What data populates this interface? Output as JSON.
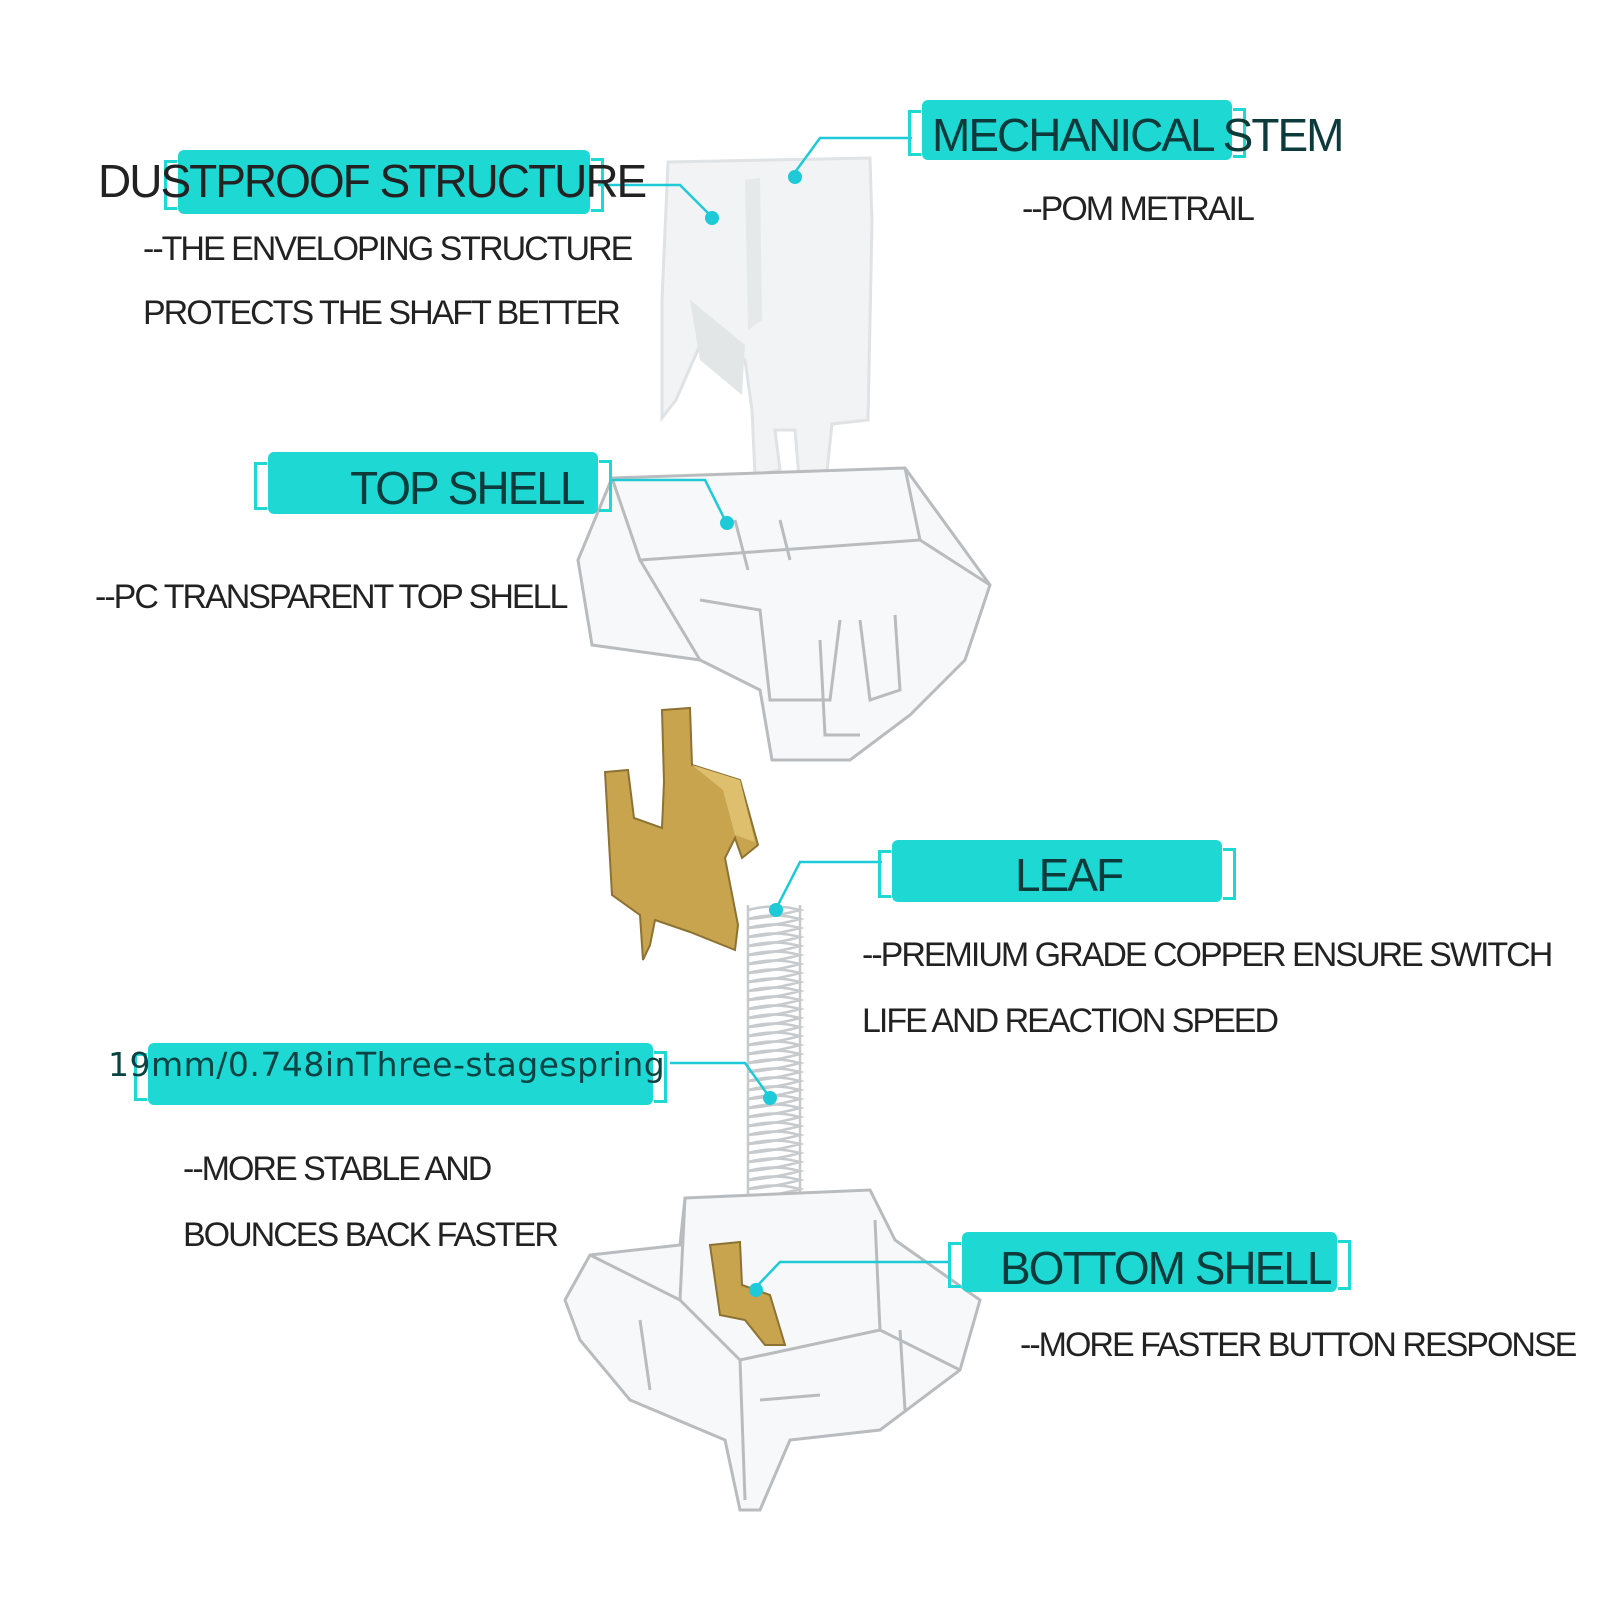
{
  "colors": {
    "accent": "#1ed8d4",
    "leader": "#1ec9d8",
    "gold": "#c9a44e",
    "text": "#222222"
  },
  "labels": {
    "dustproof": {
      "title": "DUSTPROOF STRUCTURE",
      "desc1": "--THE ENVELOPING STRUCTURE",
      "desc2": "PROTECTS THE SHAFT BETTER"
    },
    "stem": {
      "title": "MECHANICAL STEM",
      "desc1": "--POM METRAIL"
    },
    "top_shell": {
      "title": "TOP SHELL",
      "desc1": "--PC  TRANSPARENT  TOP SHELL"
    },
    "leaf": {
      "title": "LEAF",
      "desc1": "--PREMIUM GRADE COPPER ENSURE SWITCH",
      "desc2": "LIFE AND REACTION SPEED"
    },
    "spring": {
      "title": "19mm/0.748inThree-stagespring",
      "desc1": "--MORE STABLE AND",
      "desc2": "BOUNCES BACK FASTER"
    },
    "bottom_shell": {
      "title": "BOTTOM SHELL",
      "desc1": "--MORE FASTER BUTTON RESPONSE"
    }
  }
}
